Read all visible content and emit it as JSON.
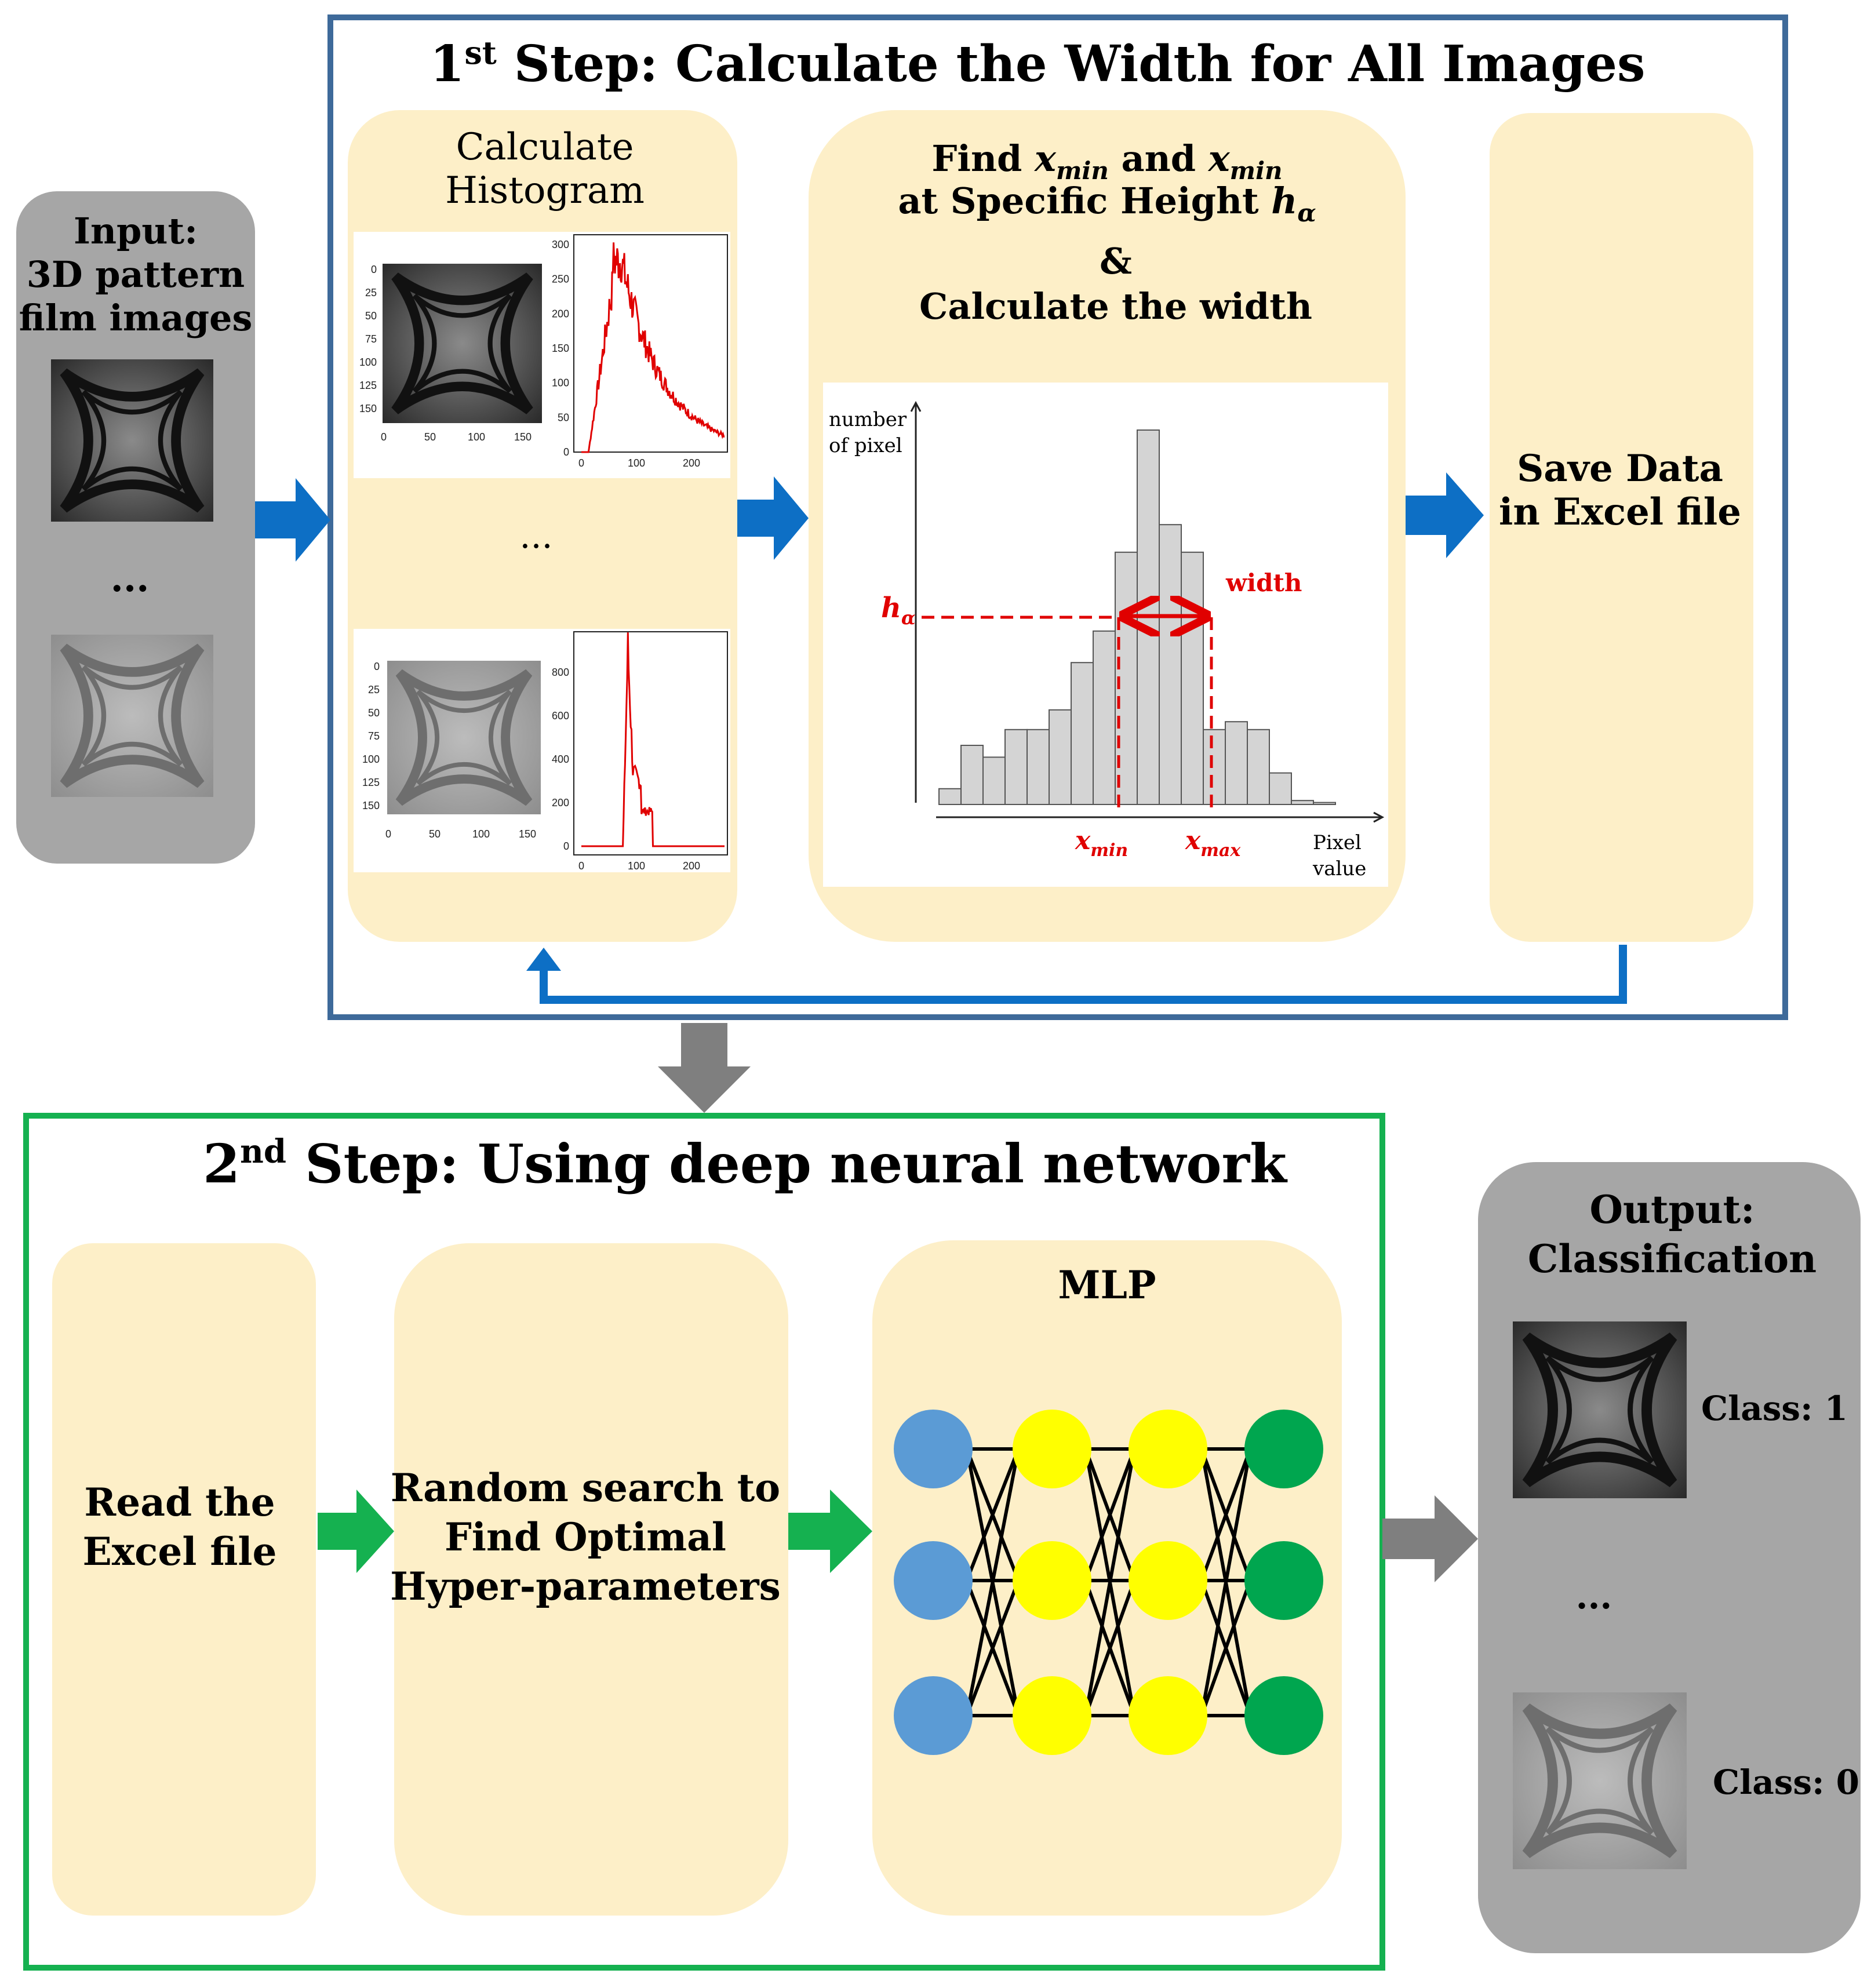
{
  "step1": {
    "title_num": "1",
    "title_sup": "st",
    "title_rest": " Step: Calculate the Width for All Images"
  },
  "input": {
    "line1": "Input:",
    "line2": "3D pattern",
    "line3": "film images",
    "dots": "..."
  },
  "histogram_box": {
    "line1": "Calculate",
    "line2": "Histogram",
    "dots": "...",
    "plot1": {
      "img_ticks_y": [
        "0",
        "25",
        "50",
        "75",
        "100",
        "125",
        "150"
      ],
      "img_ticks_x": [
        "0",
        "50",
        "100",
        "150"
      ],
      "hist_ticks_y": [
        "0",
        "50",
        "100",
        "150",
        "200",
        "250",
        "300"
      ],
      "hist_ticks_x": [
        "0",
        "100",
        "200"
      ]
    },
    "plot2": {
      "img_ticks_y": [
        "0",
        "25",
        "50",
        "75",
        "100",
        "125",
        "150"
      ],
      "img_ticks_x": [
        "0",
        "50",
        "100",
        "150"
      ],
      "hist_ticks_y": [
        "0",
        "200",
        "400",
        "600",
        "800"
      ],
      "hist_ticks_x": [
        "0",
        "100",
        "200"
      ]
    }
  },
  "width_box": {
    "find": "Find ",
    "x": "x",
    "min": "min",
    "and": " and ",
    "line2_prefix": "at Specific Height ",
    "h": "h",
    "alpha": "α",
    "amp": "&",
    "line4": "Calculate the width"
  },
  "width_chart": {
    "ylabel_line1": "number",
    "ylabel_line2": "of pixel",
    "xlabel_line1": "Pixel",
    "xlabel_line2": "value",
    "width_label": "width",
    "xmin_x": "x",
    "xmin_sub": "min",
    "xmax_x": "x",
    "xmax_sub": "max",
    "h": "h",
    "alpha": "α",
    "accent_color": "#e00000",
    "bar_color": "#d4d4d4",
    "bar_heights": [
      0.04,
      0.15,
      0.12,
      0.19,
      0.19,
      0.24,
      0.36,
      0.44,
      0.64,
      0.95,
      0.71,
      0.64,
      0.19,
      0.21,
      0.19,
      0.08,
      0.01,
      0.005
    ]
  },
  "save_box": {
    "line1": "Save Data",
    "line2": "in Excel file"
  },
  "step2": {
    "title_num": "2",
    "title_sup": "nd",
    "title_rest": " Step: Using deep neural network"
  },
  "read_box": {
    "line1": "Read the",
    "line2": "Excel file"
  },
  "random_box": {
    "line1": "Random search to",
    "line2": "Find Optimal",
    "line3": "Hyper-parameters"
  },
  "mlp_box": {
    "title": "MLP",
    "colors": {
      "input": "#5b9bd5",
      "hidden": "#ffff00",
      "output": "#00a64f"
    }
  },
  "output": {
    "line1": "Output:",
    "line2": "Classification",
    "class1": "Class: 1",
    "dots": "...",
    "class0": "Class: 0"
  },
  "colors": {
    "step1_border": "#3e6a9a",
    "step2_border": "#15b150",
    "panel_fill": "#fdefc8",
    "gray_panel": "#a6a6a6",
    "blue_arrow": "#0d6fc5",
    "green_arrow": "#15b150",
    "gray_arrow": "#7f7f7f"
  }
}
